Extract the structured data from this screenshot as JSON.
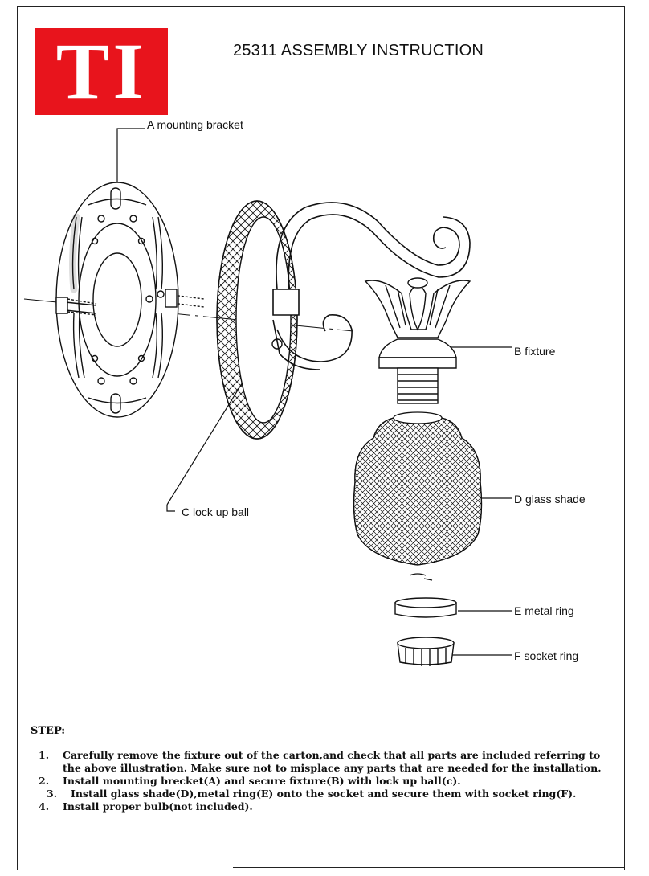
{
  "header": {
    "logo_text": "TI",
    "title": "25311 ASSEMBLY INSTRUCTION"
  },
  "parts": {
    "a": "A  mounting bracket",
    "b": "B  fixture",
    "c": "C  lock up ball",
    "d": "D  glass shade",
    "e": "E metal ring",
    "f": "F  socket ring"
  },
  "steps": {
    "heading": "STEP:",
    "items": [
      {
        "num": "1.",
        "text": "Carefully remove the fixture out of the carton,and check that all parts are included referring to the above illustration. Make sure not to misplace any parts that are needed for the installation."
      },
      {
        "num": "2.",
        "text": "Install mounting brecket(A) and secure fixture(B) with lock up ball(c)."
      },
      {
        "num": "3.",
        "text": "Install glass shade(D),metal ring(E) onto the socket and secure them with socket ring(F)."
      },
      {
        "num": "4.",
        "text": "Install proper bulb(not included)."
      }
    ]
  },
  "colors": {
    "logo_red": "#e8141c",
    "ink": "#111111"
  }
}
